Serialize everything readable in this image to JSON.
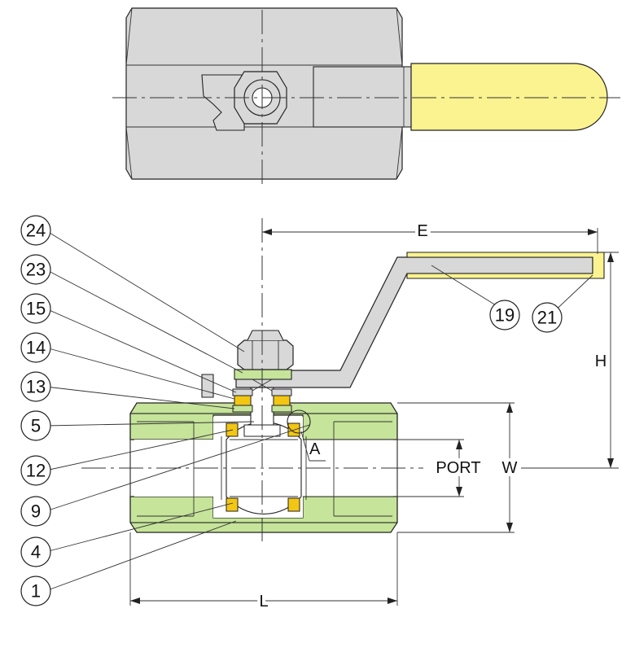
{
  "colors": {
    "steel": "#d8d8d8",
    "body_section": "#c6e49a",
    "handle_grip": "#fbf390",
    "seat": "#f3c613",
    "outline": "#222222"
  },
  "callouts": [
    {
      "id": "24",
      "label": "24"
    },
    {
      "id": "23",
      "label": "23"
    },
    {
      "id": "15",
      "label": "15"
    },
    {
      "id": "14",
      "label": "14"
    },
    {
      "id": "13",
      "label": "13"
    },
    {
      "id": "5",
      "label": "5"
    },
    {
      "id": "12",
      "label": "12"
    },
    {
      "id": "9",
      "label": "9"
    },
    {
      "id": "4",
      "label": "4"
    },
    {
      "id": "1",
      "label": "1"
    },
    {
      "id": "19",
      "label": "19"
    },
    {
      "id": "21",
      "label": "21"
    }
  ],
  "dimensions": {
    "E": "E",
    "H": "H",
    "W": "W",
    "L": "L",
    "port": "PORT",
    "detail": "A"
  }
}
